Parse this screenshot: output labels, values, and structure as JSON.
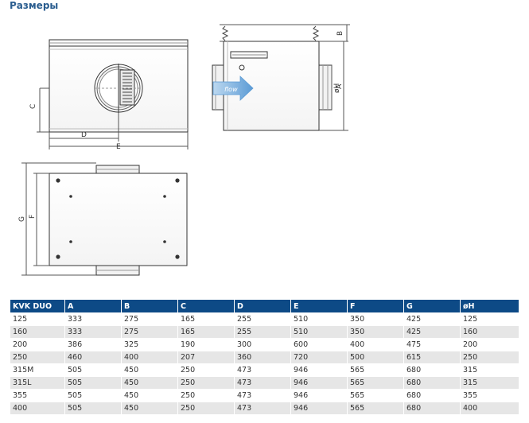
{
  "page": {
    "title": "Размеры"
  },
  "dimension_labels": {
    "A": "A",
    "B": "B",
    "C": "C",
    "D": "D",
    "E": "E",
    "F": "F",
    "G": "G",
    "oH": "øH",
    "flow": "flow"
  },
  "table": {
    "headers": [
      "KVK DUO",
      "A",
      "B",
      "C",
      "D",
      "E",
      "F",
      "G",
      "øH"
    ],
    "rows": [
      [
        "125",
        "333",
        "275",
        "165",
        "255",
        "510",
        "350",
        "425",
        "125"
      ],
      [
        "160",
        "333",
        "275",
        "165",
        "255",
        "510",
        "350",
        "425",
        "160"
      ],
      [
        "200",
        "386",
        "325",
        "190",
        "300",
        "600",
        "400",
        "475",
        "200"
      ],
      [
        "250",
        "460",
        "400",
        "207",
        "360",
        "720",
        "500",
        "615",
        "250"
      ],
      [
        "315M",
        "505",
        "450",
        "250",
        "473",
        "946",
        "565",
        "680",
        "315"
      ],
      [
        "315L",
        "505",
        "450",
        "250",
        "473",
        "946",
        "565",
        "680",
        "315"
      ],
      [
        "355",
        "505",
        "450",
        "250",
        "473",
        "946",
        "565",
        "680",
        "355"
      ],
      [
        "400",
        "505",
        "450",
        "250",
        "473",
        "946",
        "565",
        "680",
        "400"
      ]
    ]
  },
  "colors": {
    "header_bg": "#0d4a86",
    "title": "#2a5d8f",
    "row_alt": "#e6e6e6",
    "flow_arrow": "#5b9bd5"
  }
}
